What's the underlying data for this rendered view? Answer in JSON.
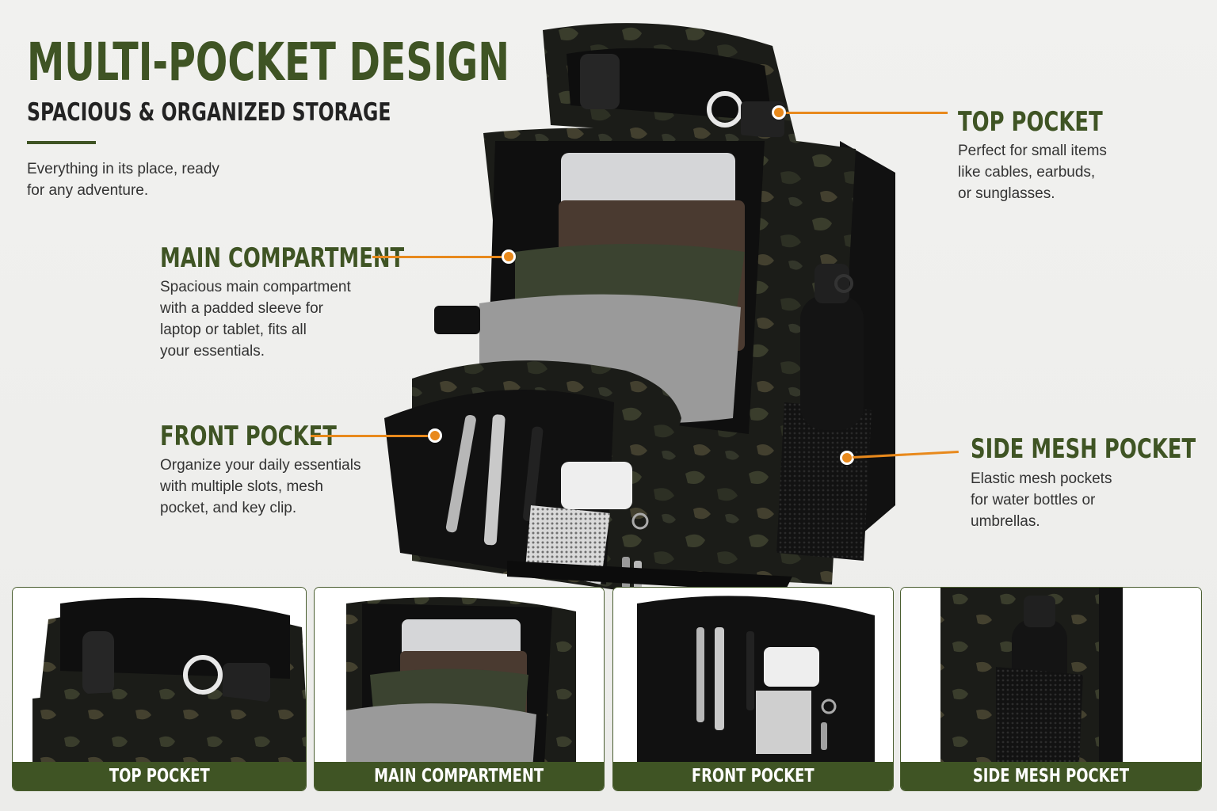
{
  "header": {
    "title": "MULTI-POCKET DESIGN",
    "subtitle": "SPACIOUS & ORGANIZED STORAGE",
    "intro_line1": "Everything in its place, ready",
    "intro_line2": "for any adventure."
  },
  "callouts": {
    "top": {
      "title": "TOP POCKET",
      "lines": [
        "Perfect for small items",
        "like cables, earbuds,",
        "or sunglasses."
      ]
    },
    "main": {
      "title": "MAIN COMPARTMENT",
      "lines": [
        "Spacious main compartment",
        "with a padded sleeve for",
        "laptop or tablet, fits all",
        "your essentials."
      ]
    },
    "front": {
      "title": "FRONT POCKET",
      "lines": [
        "Organize your daily essentials",
        "with multiple slots, mesh",
        "pocket, and key clip."
      ]
    },
    "side": {
      "title": "SIDE MESH POCKET",
      "lines": [
        "Elastic mesh pockets",
        "for water bottles or",
        "umbrellas."
      ]
    }
  },
  "panels": [
    {
      "label": "TOP POCKET"
    },
    {
      "label": "MAIN COMPARTMENT"
    },
    {
      "label": "FRONT POCKET"
    },
    {
      "label": "SIDE MESH POCKET"
    }
  ],
  "colors": {
    "accent_green": "#3f5424",
    "leader_orange": "#e8891c",
    "background": "#efefed",
    "bag_black": "#1a1a1a"
  }
}
